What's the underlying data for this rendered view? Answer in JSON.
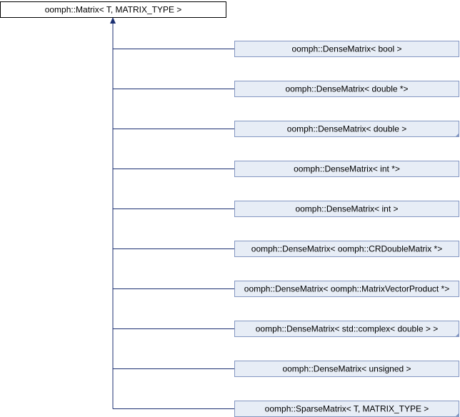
{
  "diagram": {
    "base_class": {
      "label": "oomph::Matrix< T, MATRIX_TYPE >"
    },
    "derived_classes": [
      {
        "label": "oomph::DenseMatrix< bool >",
        "truncated": false
      },
      {
        "label": "oomph::DenseMatrix< double *>",
        "truncated": false
      },
      {
        "label": "oomph::DenseMatrix< double >",
        "truncated": true
      },
      {
        "label": "oomph::DenseMatrix< int *>",
        "truncated": false
      },
      {
        "label": "oomph::DenseMatrix< int >",
        "truncated": false
      },
      {
        "label": "oomph::DenseMatrix< oomph::CRDoubleMatrix *>",
        "truncated": false
      },
      {
        "label": "oomph::DenseMatrix< oomph::MatrixVectorProduct *>",
        "truncated": false
      },
      {
        "label": "oomph::DenseMatrix< std::complex< double > >",
        "truncated": true
      },
      {
        "label": "oomph::DenseMatrix< unsigned >",
        "truncated": false
      },
      {
        "label": "oomph::SparseMatrix< T, MATRIX_TYPE >",
        "truncated": true
      }
    ],
    "colors": {
      "edge": "#1b2f72",
      "child_fill": "#e7edf6",
      "child_border": "#8497c2",
      "root_border": "#000000"
    }
  }
}
